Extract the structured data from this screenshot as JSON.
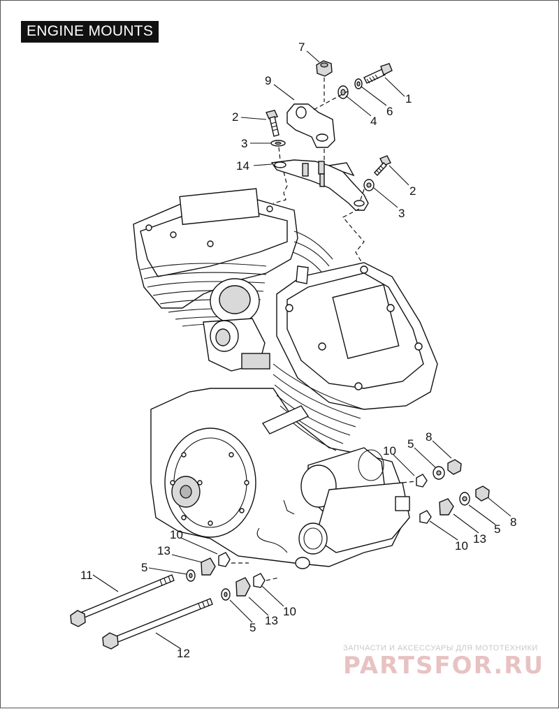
{
  "title": "ENGINE MOUNTS",
  "callouts": [
    "7",
    "9",
    "1",
    "6",
    "4",
    "2",
    "3",
    "14",
    "2",
    "3",
    "10",
    "5",
    "8",
    "5",
    "8",
    "10",
    "13",
    "10",
    "13",
    "5",
    "11",
    "10",
    "5",
    "13",
    "12"
  ],
  "watermark": {
    "subtitle": "ЗАПЧАСТИ И АКСЕССУАРЫ ДЛЯ МОТОТЕХНИКИ",
    "logo": "PARTSFOR.RU"
  }
}
